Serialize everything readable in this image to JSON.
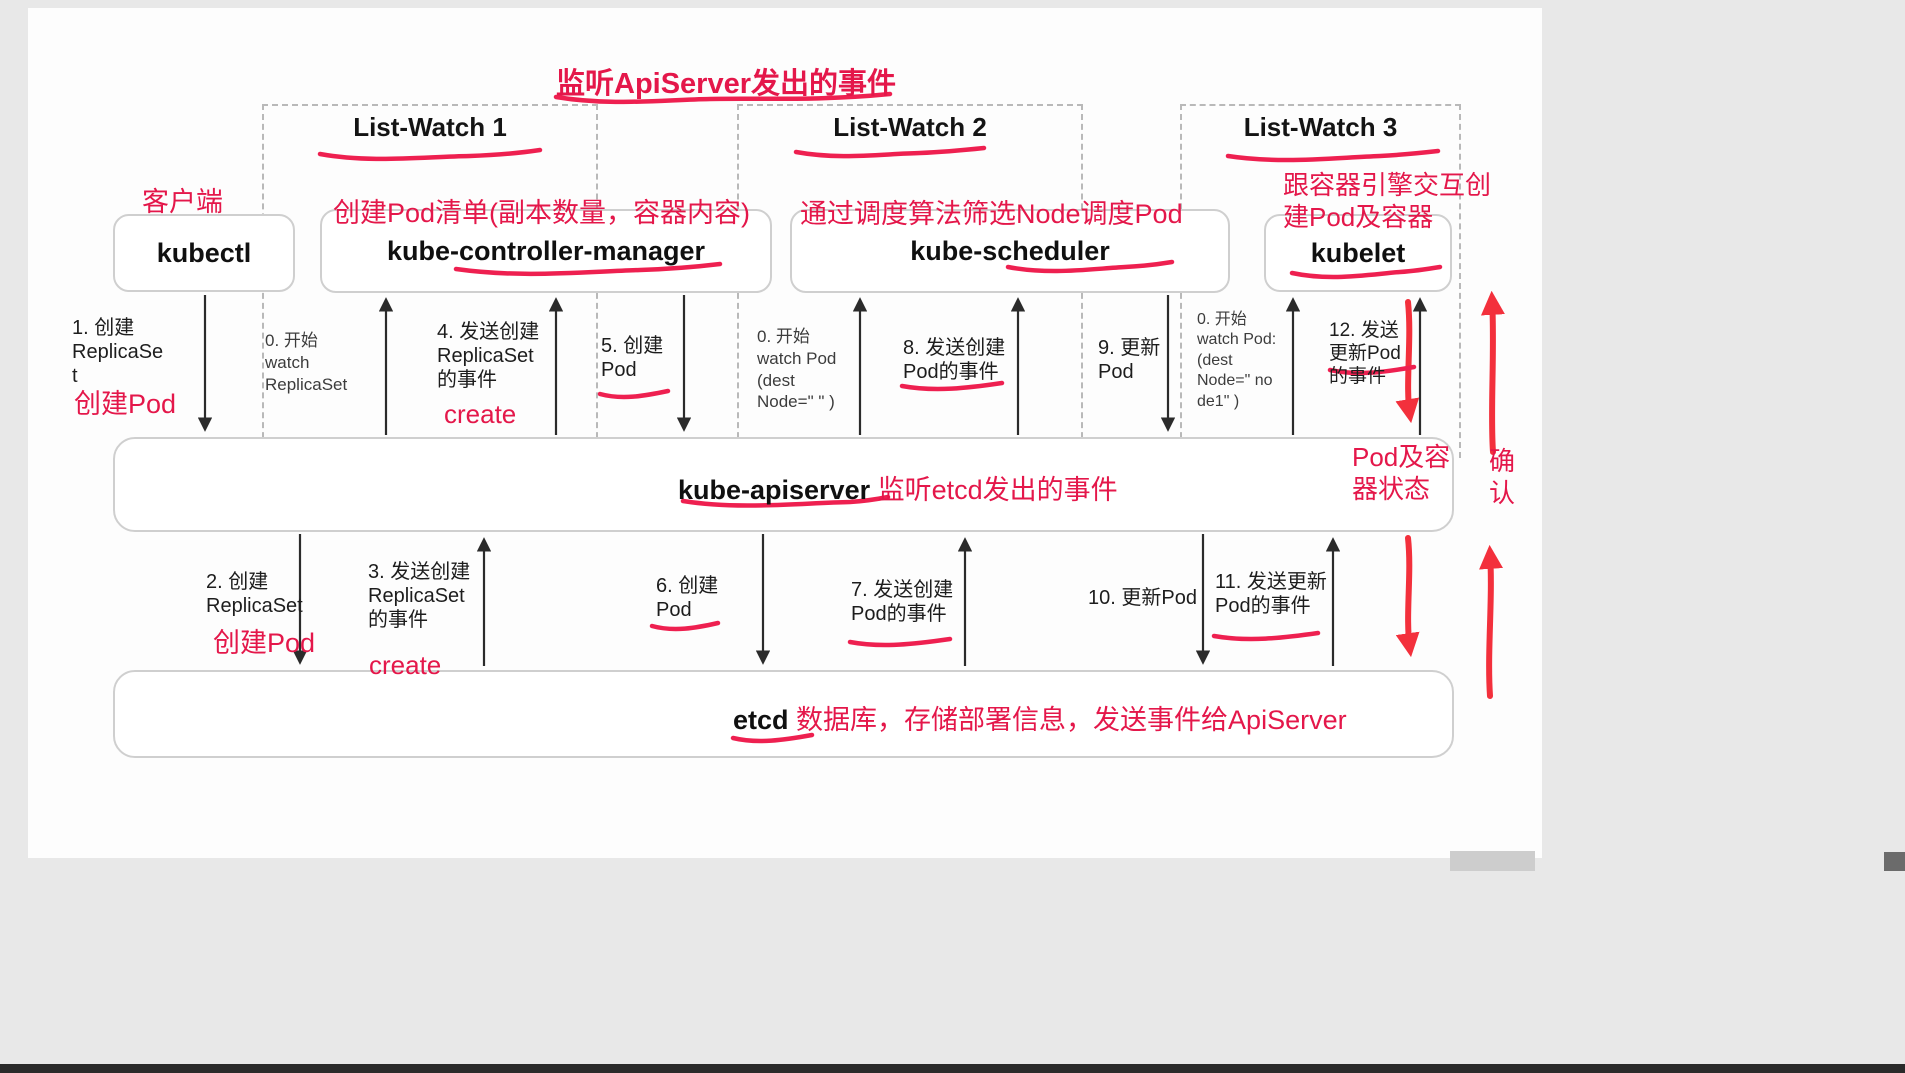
{
  "page": {
    "title": "监听ApiServer发出的事件"
  },
  "groups": {
    "lw1": "List-Watch 1",
    "lw2": "List-Watch 2",
    "lw3": "List-Watch 3"
  },
  "nodes": {
    "kubectl": {
      "label": "kubectl",
      "note": "客户端"
    },
    "controller": {
      "label": "kube-controller-manager",
      "note": "创建Pod清单(副本数量，容器内容)"
    },
    "scheduler": {
      "label": "kube-scheduler",
      "note": "通过调度算法筛选Node调度Pod"
    },
    "kubelet": {
      "label": "kubelet",
      "note": "跟容器引擎交互创\n建Pod及容器"
    },
    "apiserver": {
      "label": "kube-apiserver",
      "note": "监听etcd发出的事件"
    },
    "etcd": {
      "label": "etcd",
      "note": "数据库，存储部署信息，发送事件给ApiServer"
    }
  },
  "steps_top": {
    "s1": {
      "text": "1. 创建\nReplicaSe\nt",
      "red": "创建Pod"
    },
    "s0a": {
      "text": "0. 开始\nwatch\nReplicaSet"
    },
    "s4": {
      "text": "4. 发送创建\nReplicaSet\n的事件",
      "red": "create"
    },
    "s5": {
      "text": "5. 创建\nPod"
    },
    "s0b": {
      "text": "0. 开始\nwatch Pod\n(dest\nNode=\" \" )"
    },
    "s8": {
      "text": "8. 发送创建\nPod的事件"
    },
    "s9": {
      "text": "9. 更新\nPod"
    },
    "s0c": {
      "text": "0. 开始\nwatch Pod:\n(dest\nNode=\" no\nde1\" )"
    },
    "s12": {
      "text": "12. 发送\n更新Pod\n的事件"
    }
  },
  "steps_bottom": {
    "s2": {
      "text": "2. 创建\nReplicaSet",
      "red": "创建Pod"
    },
    "s3": {
      "text": "3. 发送创建\nReplicaSet\n的事件",
      "red": "create"
    },
    "s6": {
      "text": "6. 创建\nPod"
    },
    "s7": {
      "text": "7. 发送创建\nPod的事件"
    },
    "s10": {
      "text": "10. 更新Pod"
    },
    "s11": {
      "text": "11. 发送更新\nPod的事件"
    }
  },
  "side": {
    "pod_status": "Pod及容\n器状态",
    "confirm": "确\n认"
  }
}
